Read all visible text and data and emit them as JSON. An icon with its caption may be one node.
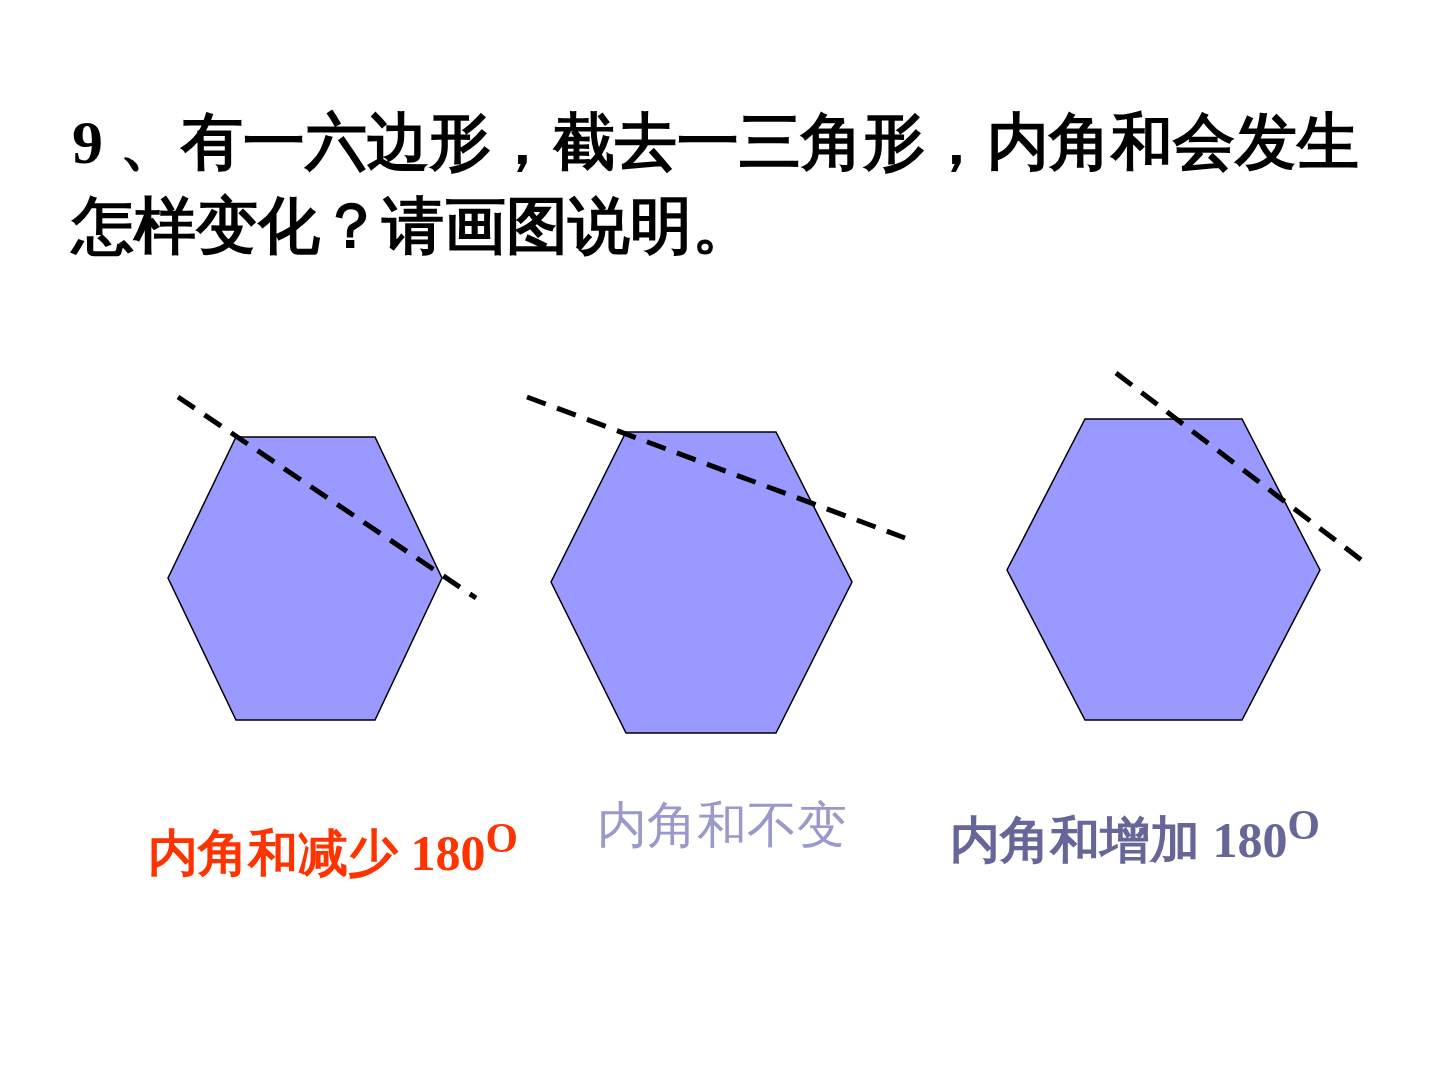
{
  "diagram": {
    "title": "9 、有一六边形，截去一三角形，内角和会发生怎样变化？请画图说明。",
    "nodes": [
      {
        "text": [],
        "shape": "hexagon",
        "beside": [
          "内角和减少 180$^{O}$"
        ]
      },
      {
        "text": [],
        "shape": "hexagon",
        "beside": [
          "内角和不变"
        ]
      },
      {
        "text": [],
        "shape": "hexagon",
        "beside": [
          "内角和增加 180$^{O}$"
        ]
      }
    ]
  }
}
